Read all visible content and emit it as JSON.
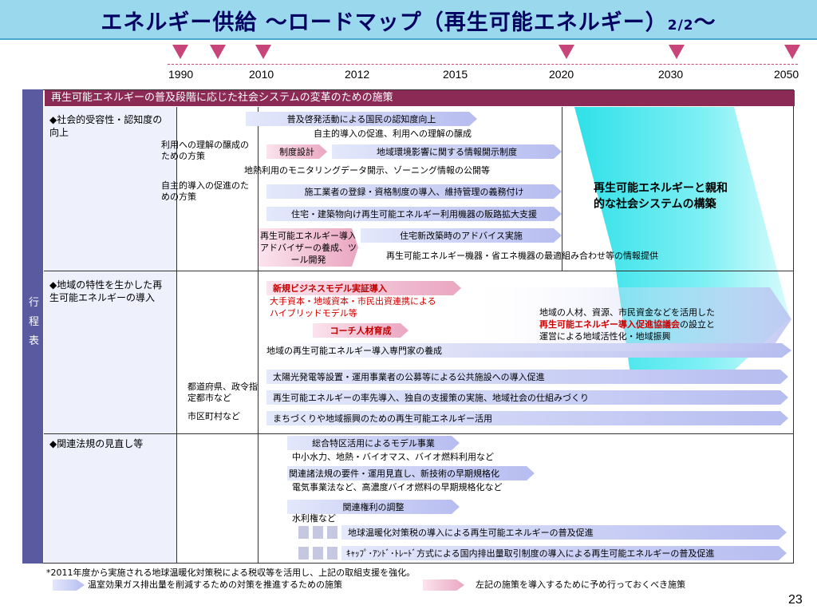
{
  "title": "エネルギー供給 ～ロードマップ（再生可能エネルギー）",
  "title_page": "2/2",
  "title_tail": "～",
  "years": [
    "1990",
    "2010",
    "2012",
    "2015",
    "2020",
    "2030",
    "2050"
  ],
  "section_header": "再生可能エネルギーの普及段階に応じた社会システムの変革のための施策",
  "left_label": [
    "行",
    "程",
    "表"
  ],
  "categories": {
    "c1": "◆社会的受容性・認知度の向上",
    "c2": "◆地域の特性を生かした再生可能エネルギーの導入",
    "c3": "◆関連法規の見直し等"
  },
  "sub_labels": {
    "s1": "利用への理解の醸成のための方策",
    "s2": "自主的導入の促進のための方策",
    "s3": "都道府県、政令指定都市など",
    "s4": "市区町村など"
  },
  "items": {
    "a1": "普及啓発活動による国民の認知度向上",
    "t1": "自主的導入の促進、利用への理解の醸成",
    "a2": "制度設計",
    "a3": "地域環境影響に関する情報開示制度",
    "t2": "地熱利用のモニタリングデータ開示、ゾーニング情報の公開等",
    "a4": "施工業者の登録・資格制度の導入、維持管理の義務付け",
    "a5": "住宅・建築物向け再生可能エネルギー利用機器の販路拡大支援",
    "a6": "再生可能エネルギー導入アドバイザーの養成、ツール開発",
    "a7": "住宅新改築時のアドバイス実施",
    "t3": "再生可能エネルギー機器・省エネ機器の最適組み合わせ等の情報提供",
    "a8": "新規ビジネスモデル実証導入",
    "t4": "大手資本・地域資本・市民出資連携による",
    "t5": "ハイブリッドモデル等",
    "a9": "コーチ人材育成",
    "a10": "地域の再生可能エネルギー導入専門家の養成",
    "a11": "太陽光発電等設置・運用事業者の公募等による公共施設への導入促進",
    "a12": "再生可能エネルギーの率先導入、独自の支援策の実施、地域社会の仕組みづくり",
    "a13": "まちづくりや地域振興のための再生可能エネルギー活用",
    "a14": "総合特区活用によるモデル事業",
    "t6": "中小水力、地熱・バイオマス、バイオ燃料利用など",
    "a15": "関連諸法規の要件・運用見直し、新技術の早期規格化",
    "t7": "電気事業法など、高濃度バイオ燃料の早期規格化など",
    "a16": "関連権利の調整",
    "t8": "水利権など",
    "a17": "地球温暖化対策税の導入による再生可能エネルギーの普及促進",
    "a18": "ｷｬｯﾌﾟ･ｱﾝﾄﾞ･ﾄﾚｰﾄﾞ方式による国内排出量取引制度の導入による再生可能エネルギーの普及促進"
  },
  "goal": "再生可能エネルギーと親和的な社会システムの構築",
  "region_note": {
    "l1": "地域の人材、資源、市民資金などを活用した",
    "l2_red": "再生可能エネルギー導入促進協議会",
    "l2_tail": "の設立と",
    "l3": "運営による地域活性化・地域振興"
  },
  "footnote": "*2011年度から実施される地球温暖化対策税による税収等を活用し、上記の取組支援を強化。",
  "legend": {
    "blue": "温室効果ガス排出量を削減するための対策を推進するための施策",
    "pink": "左記の施策を導入するために予め行っておくべき施策"
  },
  "page_number": "23",
  "colors": {
    "title_bg": "#9ad8ee",
    "header_bg": "#8b2a55",
    "left_col": "#5a5aa0",
    "cyan": "#2fe0e8"
  }
}
